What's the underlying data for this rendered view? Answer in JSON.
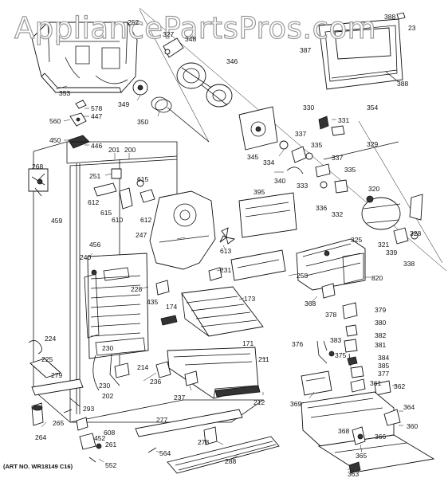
{
  "watermark": "AppliancePartsPros.com",
  "art_number": "(ART NO. WR18149 C16)",
  "labels": {
    "l252": "252",
    "l327": "327",
    "l348": "348",
    "l346": "346",
    "l353": "353",
    "l349": "349",
    "l350": "350",
    "l578": "578",
    "l447": "447",
    "l560": "560",
    "l450": "450",
    "l446": "446",
    "l388a": "388",
    "l23": "23",
    "l387": "387",
    "l388b": "388",
    "l330": "330",
    "l354": "354",
    "l331": "331",
    "l337a": "337",
    "l329": "329",
    "l335a": "335",
    "l345": "345",
    "l334": "334",
    "l337b": "337",
    "l340": "340",
    "l333": "333",
    "l335b": "335",
    "l395": "395",
    "l320": "320",
    "l336": "336",
    "l332": "332",
    "l201": "201",
    "l200": "200",
    "l268": "268",
    "l251": "251",
    "l615a": "615",
    "l612a": "612",
    "l615b": "615",
    "l610": "610",
    "l612b": "612",
    "l247": "247",
    "l613": "613",
    "l325": "325",
    "l321": "321",
    "l328": "328",
    "l339": "339",
    "l338": "338",
    "l456": "456",
    "l459": "459",
    "l240": "240",
    "l231": "231",
    "l258": "258",
    "l820": "820",
    "l228": "228",
    "l435": "435",
    "l174": "174",
    "l173": "173",
    "l368a": "368",
    "l378": "378",
    "l379": "379",
    "l380": "380",
    "l382": "382",
    "l383": "383",
    "l381": "381",
    "l376": "376",
    "l375": "375",
    "l384": "384",
    "l385": "385",
    "l377": "377",
    "l171": "171",
    "l224": "224",
    "l230a": "230",
    "l211": "211",
    "l225": "225",
    "l279": "279",
    "l214": "214",
    "l236": "236",
    "l361": "361",
    "l362": "362",
    "l230b": "230",
    "l237": "237",
    "l212": "212",
    "l369": "369",
    "l202": "202",
    "l293": "293",
    "l364": "364",
    "l264": "264",
    "l265": "265",
    "l608": "608",
    "l277": "277",
    "l360": "360",
    "l452": "452",
    "l261": "261",
    "l278": "278",
    "l564": "564",
    "l368b": "368",
    "l366": "366",
    "l552": "552",
    "l288": "288",
    "l365": "365",
    "l363": "363"
  }
}
